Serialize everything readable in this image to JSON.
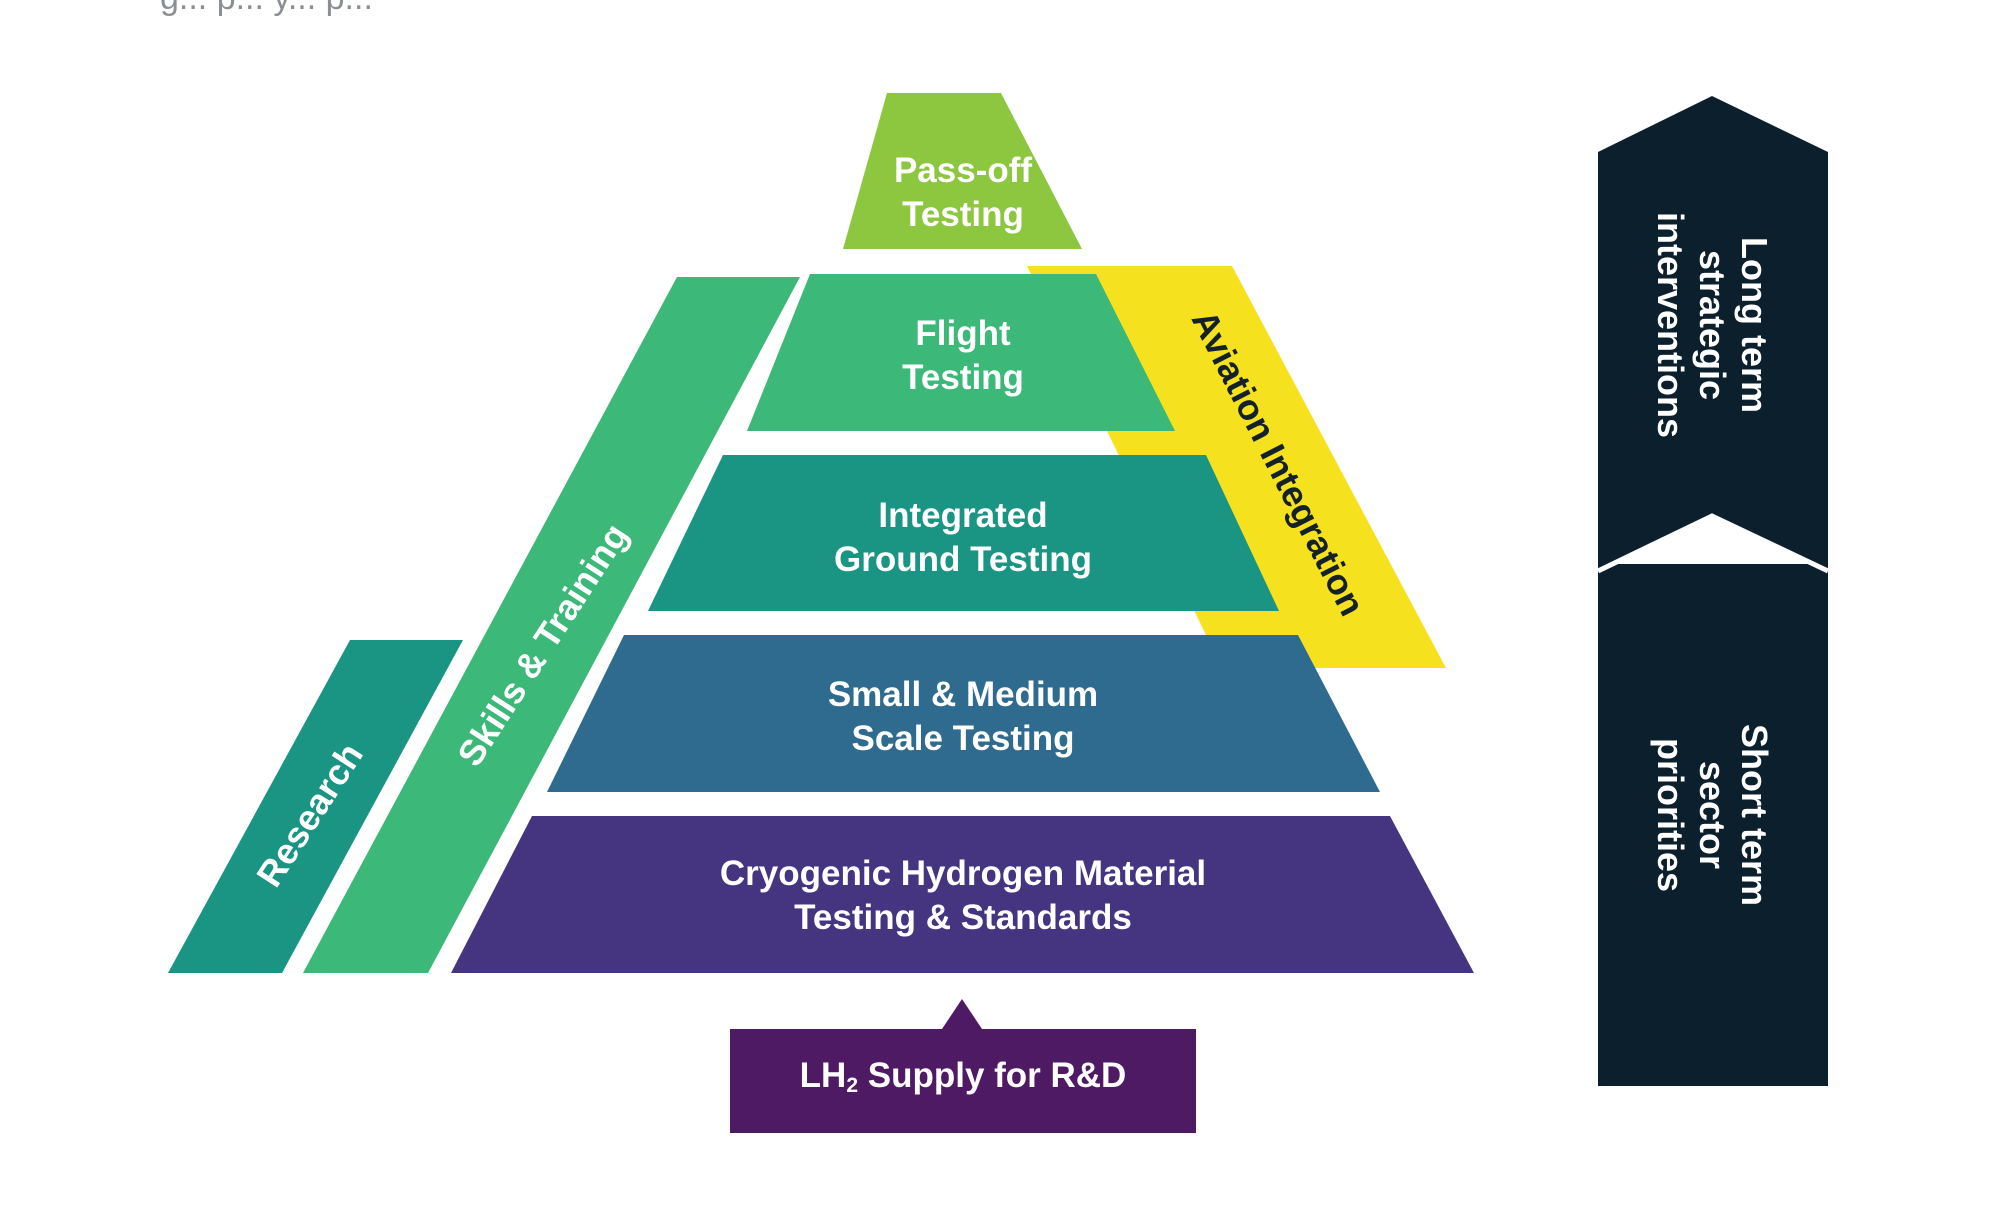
{
  "header": {
    "cut_text": "g... p... y... p..."
  },
  "pyramid": {
    "pass_off": {
      "line1": "Pass-off",
      "line2": "Testing"
    },
    "flight": {
      "line1": "Flight",
      "line2": "Testing"
    },
    "integrated": {
      "line1": "Integrated",
      "line2": "Ground Testing"
    },
    "small_medium": {
      "line1": "Small & Medium",
      "line2": "Scale Testing"
    },
    "cryogenic": {
      "line1": "Cryogenic Hydrogen Material",
      "line2": "Testing  & Standards"
    }
  },
  "side_bands": {
    "research": "Research",
    "skills": "Skills & Training",
    "aviation": "Aviation Integration"
  },
  "supply": {
    "prefix": "LH",
    "subscript": "2",
    "suffix": " Supply for R&D"
  },
  "arrow": {
    "upper": {
      "line1": "Long term",
      "line2": "strategic",
      "line3": "interventions"
    },
    "lower": {
      "line1": "Short term",
      "line2": "sector",
      "line3": "priorities"
    }
  },
  "colors": {
    "pass_off": "#8dc63f",
    "flight": "#3cb878",
    "integrated": "#1a9483",
    "small_medium": "#2f6b8e",
    "cryogenic": "#453581",
    "research": "#1a9483",
    "skills": "#3cb878",
    "aviation": "#f5e11e",
    "supply": "#4f1a64",
    "arrow": "#0c1f2c"
  }
}
